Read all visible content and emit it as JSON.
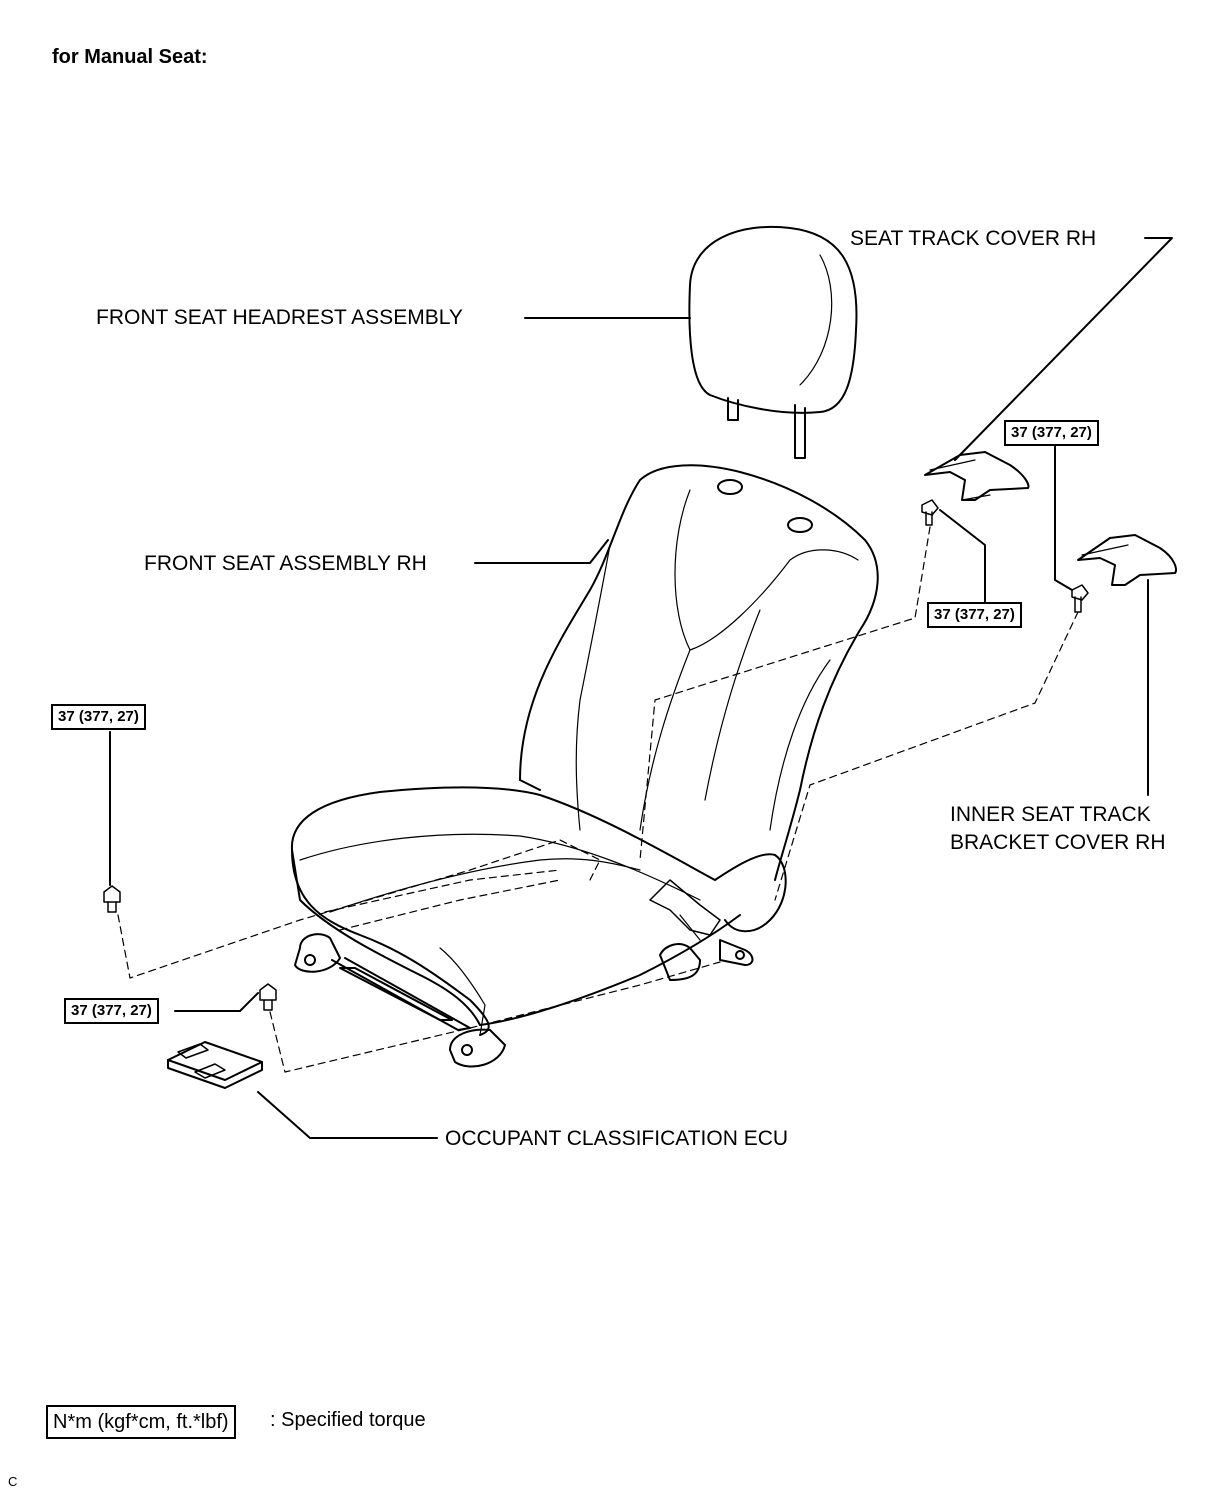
{
  "title": "for Manual Seat:",
  "labels": {
    "seat_track_cover": "SEAT TRACK COVER RH",
    "headrest": "FRONT SEAT HEADREST ASSEMBLY",
    "front_seat": "FRONT SEAT ASSEMBLY RH",
    "inner_bracket_line1": "INNER SEAT TRACK",
    "inner_bracket_line2": "BRACKET COVER RH",
    "ecu": "OCCUPANT CLASSIFICATION ECU"
  },
  "torques": {
    "t1": "37 (377, 27)",
    "t2": "37 (377, 27)",
    "t3": "37 (377, 27)",
    "t4": "37 (377, 27)"
  },
  "legend": {
    "unit": "N*m (kgf*cm, ft.*lbf)",
    "text": ": Specified torque"
  },
  "corner_mark": "C"
}
